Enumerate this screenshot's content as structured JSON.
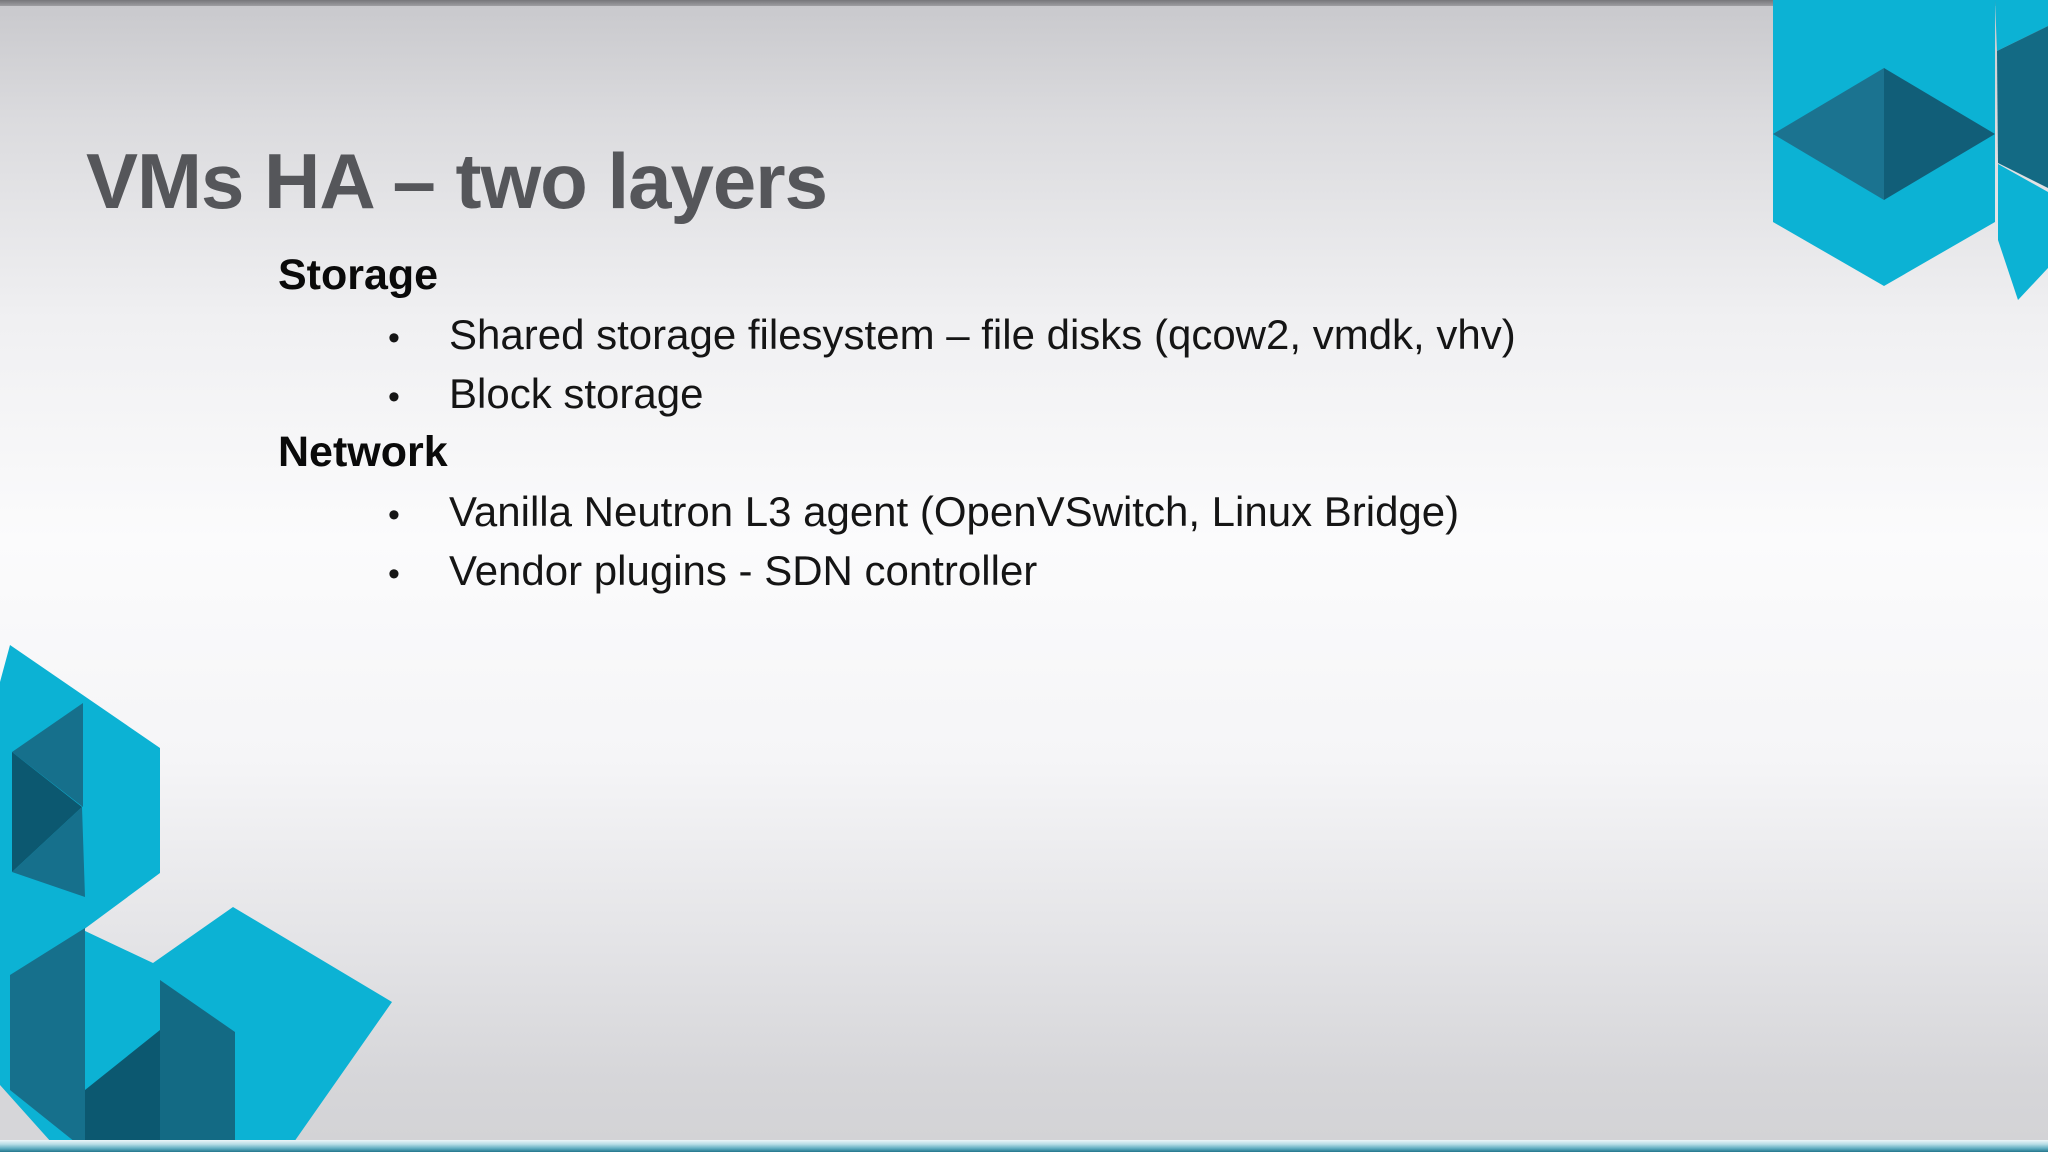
{
  "slide": {
    "title": "VMs HA – two layers",
    "bullet_glyph": "•",
    "sections": [
      {
        "heading": "Storage",
        "bullets": [
          "Shared storage filesystem – file disks (qcow2, vmdk, vhv)",
          "Block storage"
        ]
      },
      {
        "heading": "Network",
        "bullets": [
          "Vanilla Neutron L3 agent (OpenVSwitch, Linux Bridge)",
          "Vendor plugins - SDN controller"
        ]
      }
    ],
    "colors": {
      "cyan": "#0CB2D4",
      "teal_mid": "#16708C",
      "teal_dark": "#115E78",
      "teal_darker": "#136A84",
      "teal_darkest": "#0C5870",
      "corner_shadow_left": "#1B7390",
      "background_gray": "#d6d6d9",
      "title_gray": "#55565A",
      "bottom_line_teal": "#23758B"
    }
  }
}
